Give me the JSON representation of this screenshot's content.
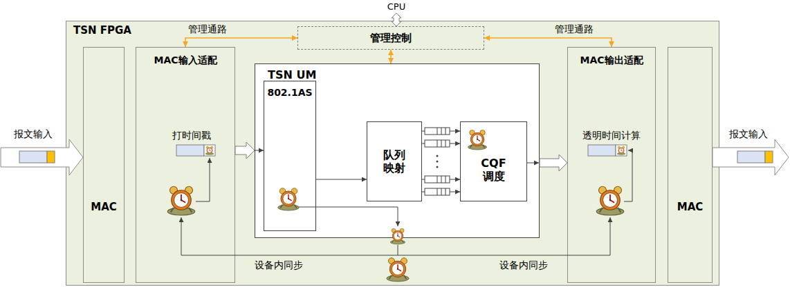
{
  "diagram": {
    "nodes": [
      {
        "text": [
          "TSN FPGA"
        ]
      },
      {
        "text": [
          "管理控制"
        ],
        "in": 0
      },
      {
        "text": [
          "MAC"
        ],
        "in": 0
      },
      {
        "text": [
          "MAC输入适配",
          "打时间戳"
        ],
        "in": 0
      },
      {
        "text": [
          "TSN UM"
        ],
        "in": 0
      },
      {
        "text": [
          "802.1AS"
        ],
        "in": 4
      },
      {
        "text": [
          "队列 映射"
        ],
        "in": 4
      },
      {
        "text": [
          "CQF 调度"
        ],
        "in": 4
      },
      {
        "text": [
          "MAC输出适配",
          "透明时间计算"
        ],
        "in": 0
      },
      {
        "text": [
          "MAC"
        ],
        "in": 0
      }
    ],
    "edges": [
      {
        "from": 1,
        "to": 3,
        "arrow": "both",
        "label": "管理通路"
      },
      {
        "from": 1,
        "to": 8,
        "arrow": "both",
        "label": "管理通路"
      },
      {
        "from": 1,
        "to": 4,
        "arrow": "both"
      },
      {
        "from": 3,
        "to": 4,
        "arrow": "to"
      },
      {
        "from": 5,
        "to": 6,
        "arrow": "to"
      },
      {
        "from": 6,
        "to": 7,
        "arrow": "to"
      },
      {
        "from": 4,
        "to": 8,
        "arrow": "to"
      }
    ],
    "labels": [
      "CPU",
      "报文输入",
      "报文输入",
      "设备内同步",
      "设备内同步"
    ]
  }
}
